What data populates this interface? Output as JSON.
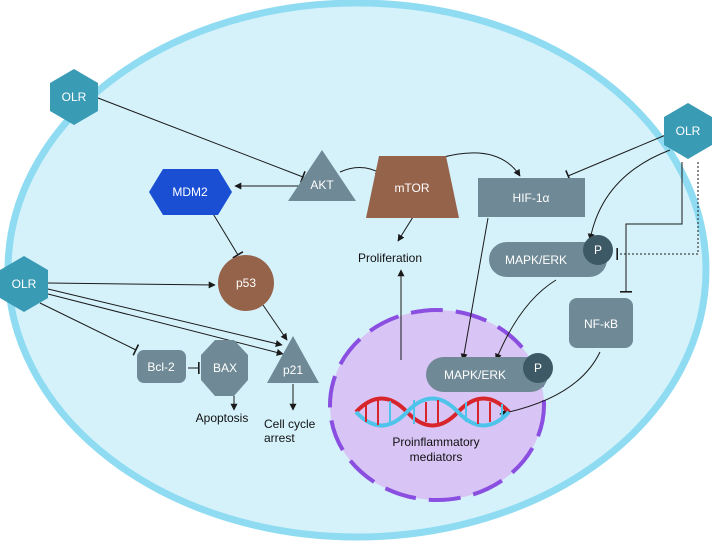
{
  "nodes": {
    "olr_top_left": "OLR",
    "olr_right": "OLR",
    "olr_left": "OLR",
    "akt": "AKT",
    "mtor": "mTOR",
    "hif1a": "HIF-1α",
    "mdm2": "MDM2",
    "p53": "p53",
    "mapk_erk_top": "MAPK/ERK",
    "mapk_erk_nucleus": "MAPK/ERK",
    "phospho_top": "P",
    "phospho_nucleus": "P",
    "nfkb": "NF-κB",
    "bcl2": "Bcl-2",
    "bax": "BAX",
    "p21": "p21"
  },
  "labels": {
    "proliferation": "Proliferation",
    "apoptosis": "Apoptosis",
    "cell_cycle_arrest_line1": "Cell cycle",
    "cell_cycle_arrest_line2": "arrest",
    "proinflammatory_line1": "Proinflammatory",
    "proinflammatory_line2": "mediators"
  },
  "colors": {
    "cell_fill": "#d5f2fb",
    "cell_border": "#8fdcf2",
    "nucleus_fill": "#d8c4f5",
    "nucleus_border": "#8a4fe0",
    "slate": "#6f8a96",
    "dark_slate": "#3e5966",
    "teal_hex": "#3a9bb5",
    "brown": "#95624a",
    "royal_blue": "#1a4fd4",
    "dna_red": "#d8252b",
    "dna_blue": "#4fc4ea"
  }
}
